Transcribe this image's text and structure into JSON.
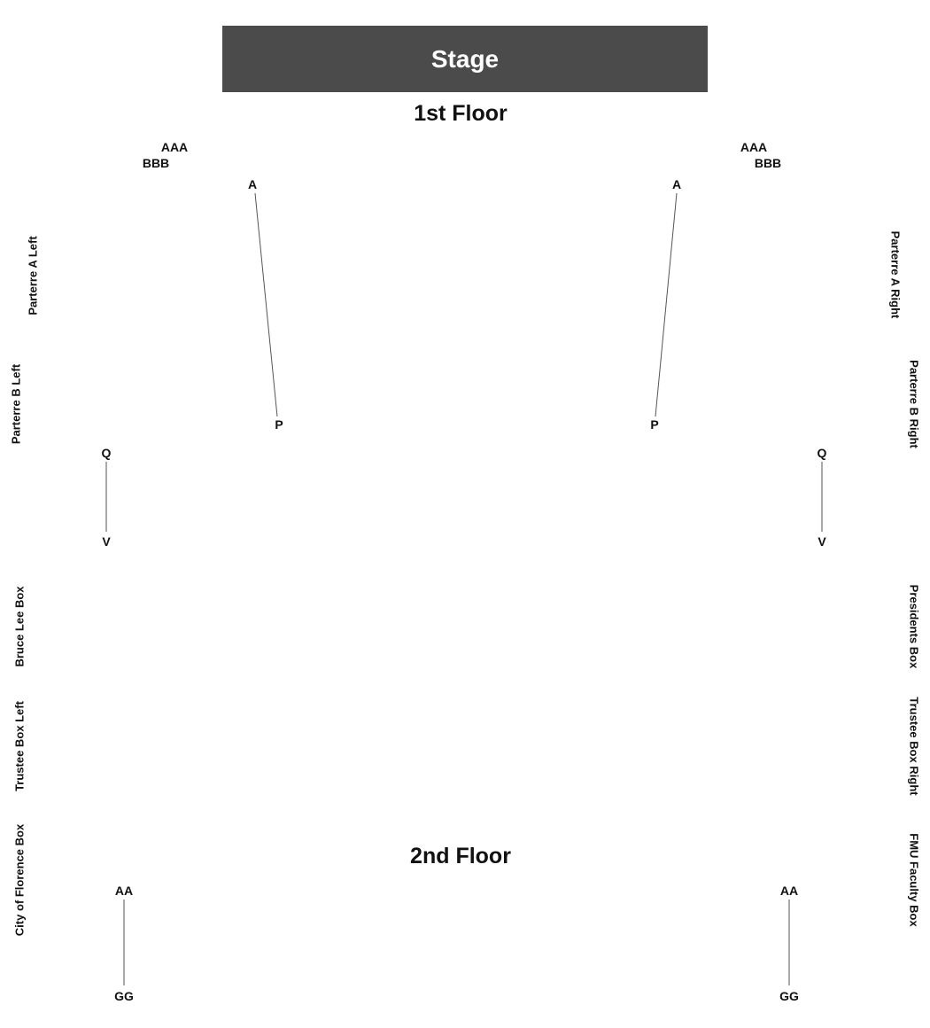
{
  "stage": {
    "label": "Stage"
  },
  "floors": {
    "first": "1st Floor",
    "second": "2nd Floor"
  },
  "rows": {
    "left_aaa": "AAA",
    "left_bbb": "BBB",
    "right_aaa": "AAA",
    "right_bbb": "BBB",
    "left_a": "A",
    "left_p": "P",
    "right_a": "A",
    "right_p": "P",
    "left_q": "Q",
    "left_v": "V",
    "right_q": "Q",
    "right_v": "V",
    "left_aa": "AA",
    "left_gg": "GG",
    "right_aa": "AA",
    "right_gg": "GG"
  },
  "sections_left": {
    "parterre_a": "Parterre A Left",
    "parterre_b": "Parterre B Left",
    "bruce_lee_box": "Bruce Lee Box",
    "trustee_box": "Trustee Box Left",
    "city_of_florence_box": "City of Florence Box"
  },
  "sections_right": {
    "parterre_a": "Parterre A Right",
    "parterre_b": "Parterre B Right",
    "presidents_box": "Presidents Box",
    "trustee_box": "Trustee Box Right",
    "fmu_faculty_box": "FMU Faculty Box"
  }
}
